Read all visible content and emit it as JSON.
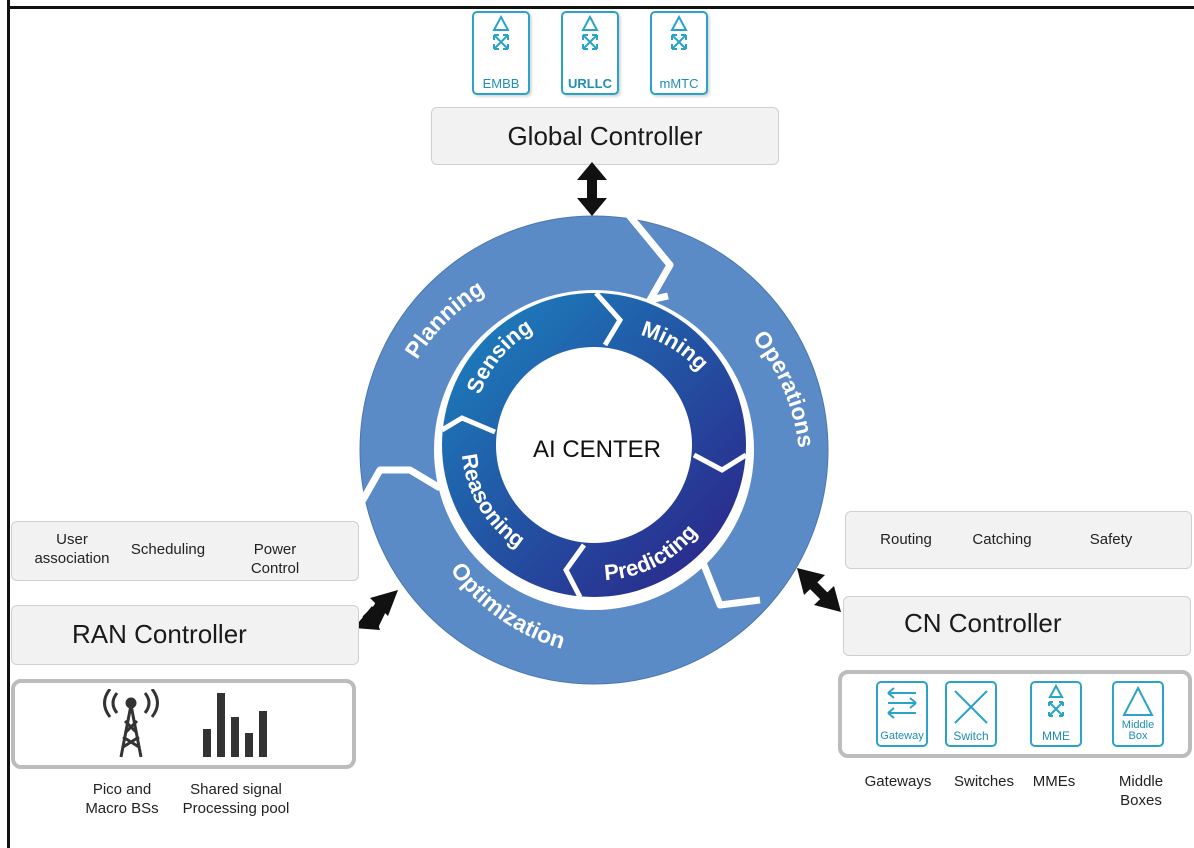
{
  "slices": [
    {
      "label": "EMBB",
      "bold": false
    },
    {
      "label": "URLLC",
      "bold": true
    },
    {
      "label": "mMTC",
      "bold": false
    }
  ],
  "global_controller": {
    "title": "Global Controller"
  },
  "ai_center": {
    "center_label": "AI CENTER",
    "outer_ring": [
      "Planning",
      "Operations",
      "Optimization"
    ],
    "inner_ring": [
      "Sensing",
      "Mining",
      "Predicting",
      "Reasoning"
    ],
    "colors": {
      "outer": "#5b8bc6",
      "inner_start": "#1a86c0",
      "inner_end": "#2c1f86"
    }
  },
  "ran": {
    "functions": [
      "User association",
      "Scheduling",
      "Power Control"
    ],
    "title": "RAN Controller",
    "resources": [
      {
        "icon": "cell-tower-icon",
        "label": "Pico and Macro BSs"
      },
      {
        "icon": "signal-bars-icon",
        "label": "Shared signal Processing pool"
      }
    ]
  },
  "cn": {
    "functions": [
      "Routing",
      "Catching",
      "Safety"
    ],
    "title": "CN Controller",
    "elements": [
      {
        "icon": "gateway-icon",
        "box_label": "Gateway",
        "label": "Gateways"
      },
      {
        "icon": "switch-icon",
        "box_label": "Switch",
        "label": "Switches"
      },
      {
        "icon": "mme-icon",
        "box_label": "MME",
        "label": "MMEs"
      },
      {
        "icon": "middle-box-icon",
        "box_label": "Middle Box",
        "label": "Middle Boxes"
      }
    ]
  }
}
